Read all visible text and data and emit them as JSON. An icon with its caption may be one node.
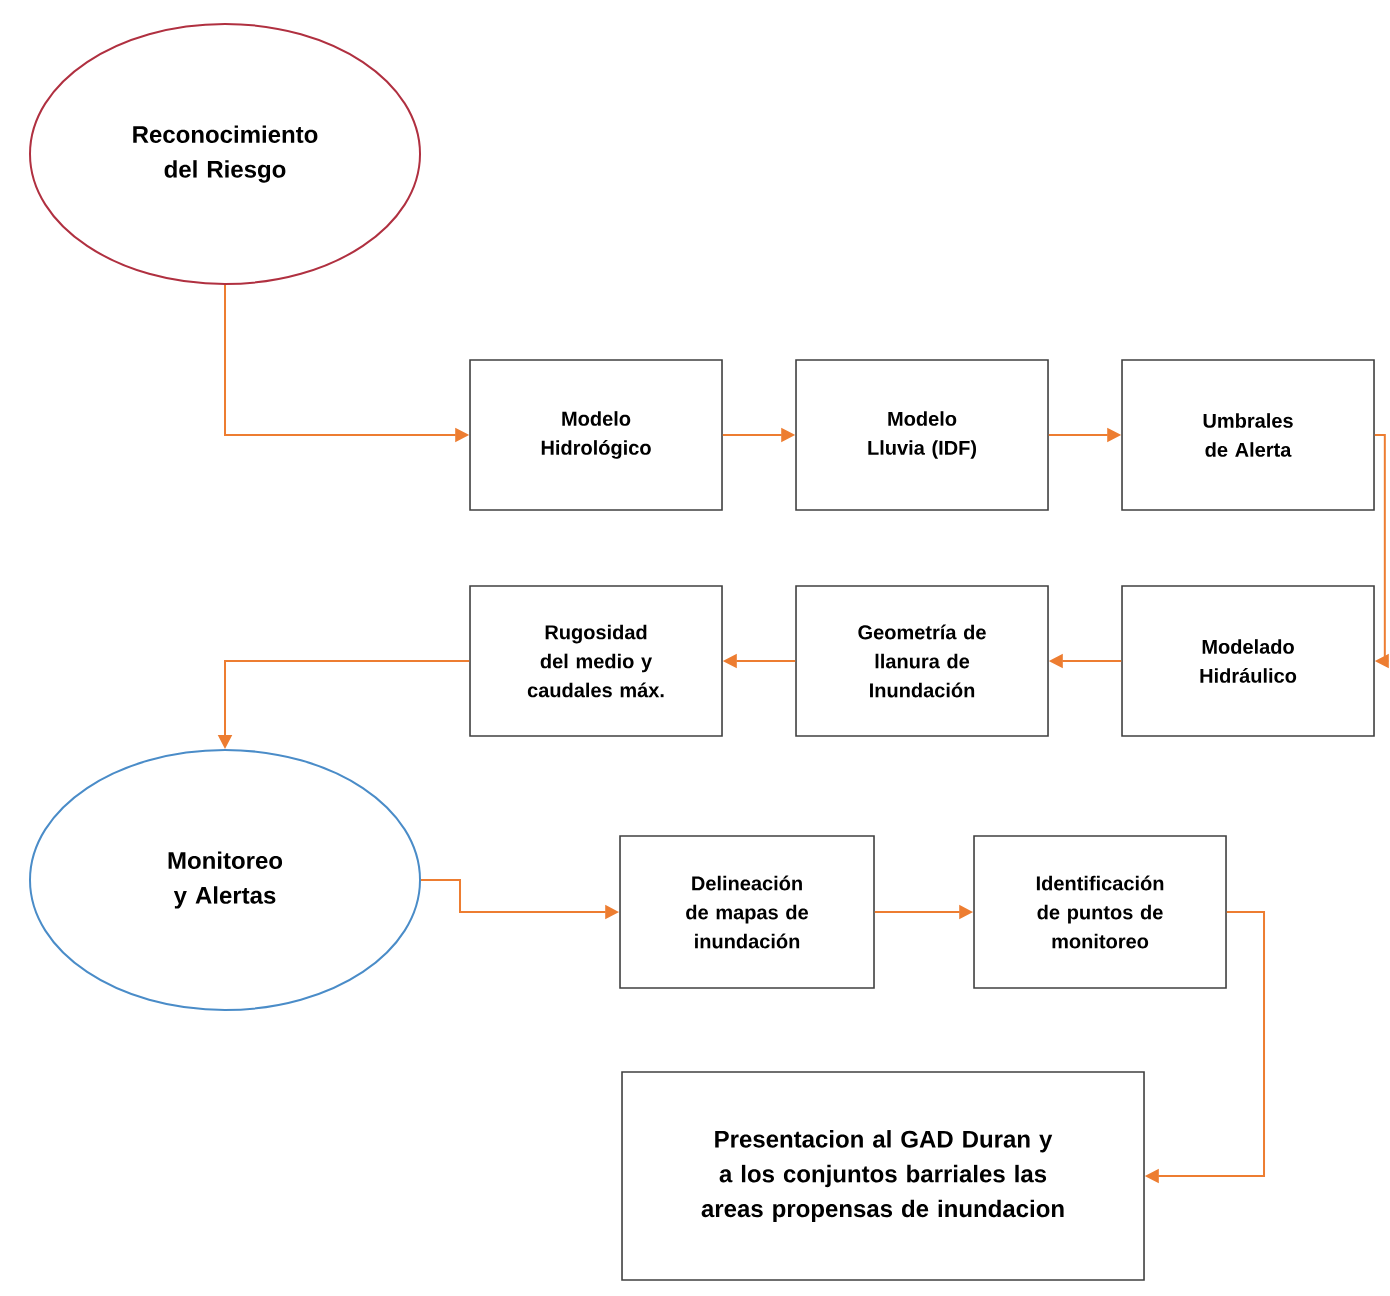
{
  "diagram": {
    "nodes": [
      {
        "text": [
          "Reconocimiento del Riesgo"
        ]
      },
      {
        "text": [
          "Modelo Hidrológico"
        ]
      },
      {
        "text": [
          "Modelo Lluvia (IDF)"
        ]
      },
      {
        "text": [
          "Umbrales de Alerta"
        ]
      },
      {
        "text": [
          "Modelado Hidráulico"
        ]
      },
      {
        "text": [
          "Geometría de llanura de Inundación"
        ]
      },
      {
        "text": [
          "Rugosidad del medio y caudales máx."
        ]
      },
      {
        "text": [
          "Monitoreo y Alertas"
        ]
      },
      {
        "text": [
          "Delineación de mapas de inundación"
        ]
      },
      {
        "text": [
          "Identificación de puntos de monitoreo"
        ]
      },
      {
        "text": [
          "Presentacion al GAD Duran y a los conjuntos barriales las areas propensas de inundacion"
        ]
      }
    ],
    "edges": [
      {
        "from": 0,
        "to": 1,
        "arrow": "to"
      },
      {
        "from": 1,
        "to": 2,
        "arrow": "to"
      },
      {
        "from": 2,
        "to": 3,
        "arrow": "to"
      },
      {
        "from": 3,
        "to": 4,
        "arrow": "to"
      },
      {
        "from": 4,
        "to": 5,
        "arrow": "to"
      },
      {
        "from": 5,
        "to": 6,
        "arrow": "to"
      },
      {
        "from": 6,
        "to": 7,
        "arrow": "to"
      },
      {
        "from": 7,
        "to": 8,
        "arrow": "to"
      },
      {
        "from": 8,
        "to": 9,
        "arrow": "to"
      },
      {
        "from": 9,
        "to": 10,
        "arrow": "to"
      }
    ]
  }
}
